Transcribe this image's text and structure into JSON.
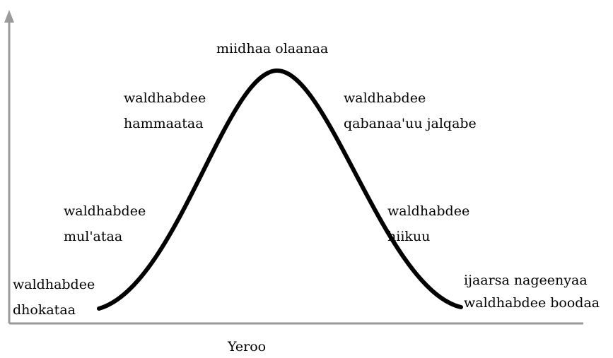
{
  "colors": {
    "axis": "#9a9a9a",
    "curve": "#000000",
    "text": "#000000"
  },
  "labels": {
    "peak": "miidhaa olaanaa",
    "stage_dhokataa": [
      "waldhabdee",
      "dhokataa"
    ],
    "stage_mulataa": [
      "waldhabdee",
      "mul'ataa"
    ],
    "stage_hammaataa": [
      "waldhabdee",
      "hammaataa"
    ],
    "stage_qabanaa": [
      "waldhabdee",
      "qabanaa'uu jalqabe"
    ],
    "stage_hiikuu": [
      "waldhabdee",
      "hiikuu"
    ],
    "stage_end": [
      "ijaarsa nageenyaa",
      "waldhabdee boodaa"
    ],
    "x_axis": "Yeroo"
  }
}
